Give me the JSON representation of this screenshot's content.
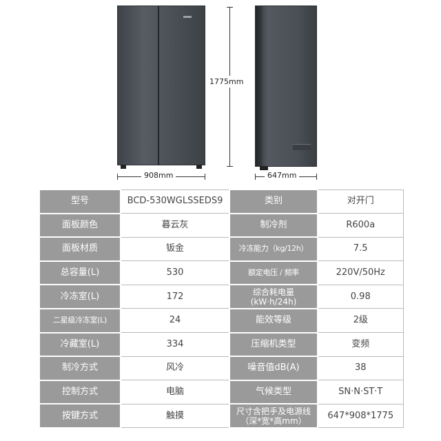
{
  "dimensions": {
    "height": "1775mm",
    "width": "908mm",
    "depth": "647mm"
  },
  "specs": [
    {
      "k1": "型号",
      "v1": "BCD-530WGLSSEDS9",
      "k2": "类别",
      "v2": "对开门"
    },
    {
      "k1": "面板颜色",
      "v1": "暮云灰",
      "k2": "制冷剂",
      "v2": "R600a"
    },
    {
      "k1": "面板材质",
      "v1": "钣金",
      "k2": "冷冻能力（kg/12h）",
      "v2": "7.5"
    },
    {
      "k1": "总容量(L)",
      "v1": "530",
      "k2": "额定电压 / 频率",
      "v2": "220V/50Hz"
    },
    {
      "k1": "冷冻室(L)",
      "v1": "172",
      "k2": "综合耗电量(kW·h/24h)",
      "v2": "0.98"
    },
    {
      "k1": "二星级冷冻室(L)",
      "v1": "24",
      "k2": "能效等级",
      "v2": "2级"
    },
    {
      "k1": "冷藏室(L)",
      "v1": "334",
      "k2": "压缩机类型",
      "v2": "变频"
    },
    {
      "k1": "制冷方式",
      "v1": "风冷",
      "k2": "噪音值dB(A)",
      "v2": "38"
    },
    {
      "k1": "控制方式",
      "v1": "电脑",
      "k2": "气候类型",
      "v2": "SN·N·ST·T"
    },
    {
      "k1": "按键方式",
      "v1": "触摸",
      "k2": "尺寸含把手及电源线（深*宽*高mm）",
      "v2": "647*908*1775"
    }
  ]
}
